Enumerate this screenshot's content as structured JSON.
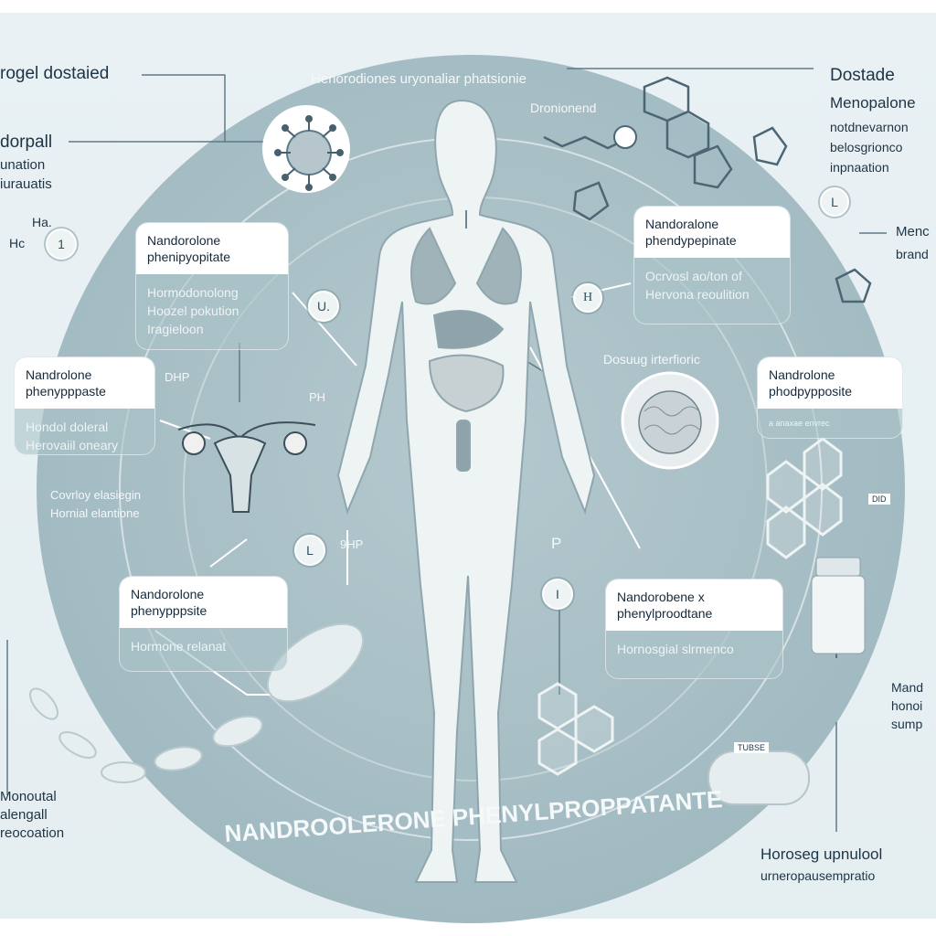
{
  "title": "NANDROOLERONE PHENYLPROPPATANTE",
  "top_caption": "Henorodiones uryonaliar phatsionie",
  "sub_caption": "Dronionend",
  "left_labels": {
    "top": "rogel dostaied",
    "second_title": "dorpall",
    "second_lines": [
      "unation",
      "iurauatis"
    ],
    "chem_a": "Ha.",
    "chem_b": "Hc",
    "bottom_lines": [
      "Monoutal",
      "alengall",
      "reocoation"
    ]
  },
  "right_labels": {
    "title": "Dostade",
    "subtitle": "Menopalone",
    "lines": [
      "notdnevarnon",
      "belosgrionco",
      "inpnaation"
    ],
    "side_title": "Menc",
    "side_sub": "brand",
    "lower_lines": [
      "Mand",
      "honoi",
      "sump"
    ],
    "bottom_title": "Horoseg upnulool",
    "bottom_sub": "urneropausempratio"
  },
  "cards": [
    {
      "title": "Nandorolone phenipyopitate",
      "lines": [
        "Hormodonolong",
        "Hoozel pokution",
        "Iragieloon"
      ]
    },
    {
      "title": "Nandrolone phenypppaste",
      "lines": [
        "Hondol doleral",
        "Herovaiil oneary"
      ]
    },
    {
      "title": "Nandorolone phenypppsite",
      "lines": [
        "Hormone relanat"
      ]
    },
    {
      "title": "Nandoralone phendypepinate",
      "lines": [
        "Ocrvosl ao/ton of",
        "Hervona reoulition"
      ]
    },
    {
      "title": "Nandrolone phodpypposite",
      "lines": [
        "a anaxae envrec"
      ]
    },
    {
      "title": "Nandorobene x phenylproodtane",
      "lines": [
        "Hornosgial slrmenco"
      ]
    }
  ],
  "floating": {
    "dhp": "DHP",
    "ph": "PH",
    "ghp": "9HP",
    "dosing": "Dosuug irterfioric",
    "lower_left": [
      "Covrloy elasiegin",
      "Hornial elantione"
    ],
    "bubble_u": "U.",
    "bubble_h": "H",
    "bubble_l": "L",
    "bubble_1": "1",
    "bubble_i": "I",
    "bubble_l2": "L",
    "vial_tag": "TUBSE",
    "hex_tag": "DID",
    "p": "P"
  }
}
